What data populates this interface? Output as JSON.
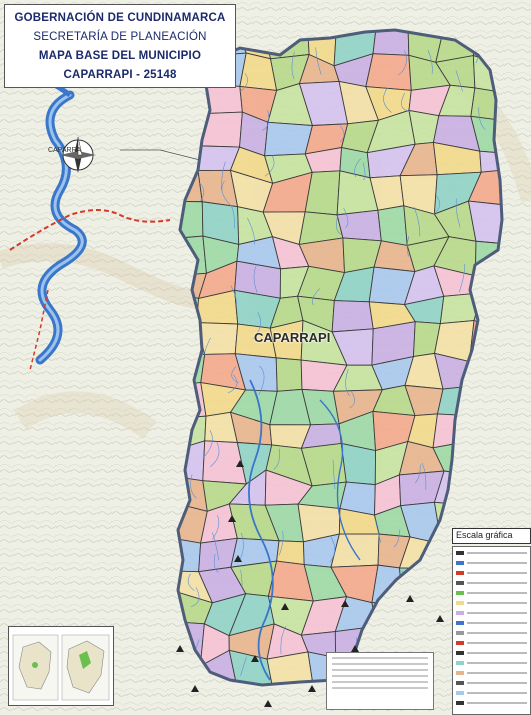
{
  "title": {
    "line1": "GOBERNACIÓN DE CUNDINAMARCA",
    "line2": "SECRETARÍA DE PLANEACIÓN",
    "line3": "MAPA BASE DEL MUNICIPIO",
    "line4": "CAPARRAPI - 25148"
  },
  "municipality_label": "CAPARRAPI",
  "compass_label": "CAPARRA",
  "scale_label": "Escala gráfica",
  "colors": {
    "river": "#3a76c9",
    "road": "#d43a2a",
    "boundary": "#4d5d7a",
    "paper": "#eef0e6",
    "title_text": "#1a2a6b",
    "veredas": [
      "#f3a98c",
      "#b7d98a",
      "#c9b0e3",
      "#8fd3c6",
      "#f2d98a",
      "#a9c8ee",
      "#f6c2d4",
      "#c7e3a0",
      "#e8b48d",
      "#9ed9a6",
      "#d4c2ef",
      "#f3e0a6"
    ]
  },
  "icons": [
    "compass-rose-icon",
    "triangle-peak-icon",
    "river-line",
    "road-line"
  ]
}
